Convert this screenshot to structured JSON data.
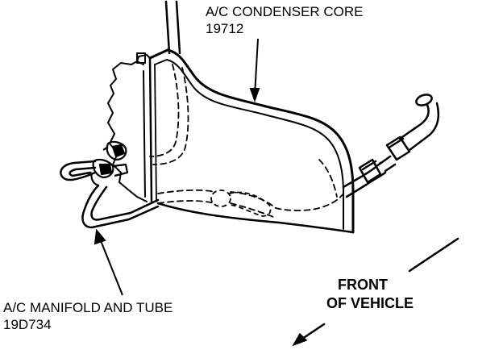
{
  "labels": {
    "condenser": {
      "name": "A/C CONDENSER CORE",
      "part_number": "19712"
    },
    "manifold": {
      "name": "A/C MANIFOLD AND TUBE",
      "part_number": "19D734"
    },
    "direction": {
      "line1": "FRONT",
      "line2": "OF VEHICLE"
    }
  },
  "colors": {
    "ink": "#000000",
    "background": "#ffffff"
  }
}
